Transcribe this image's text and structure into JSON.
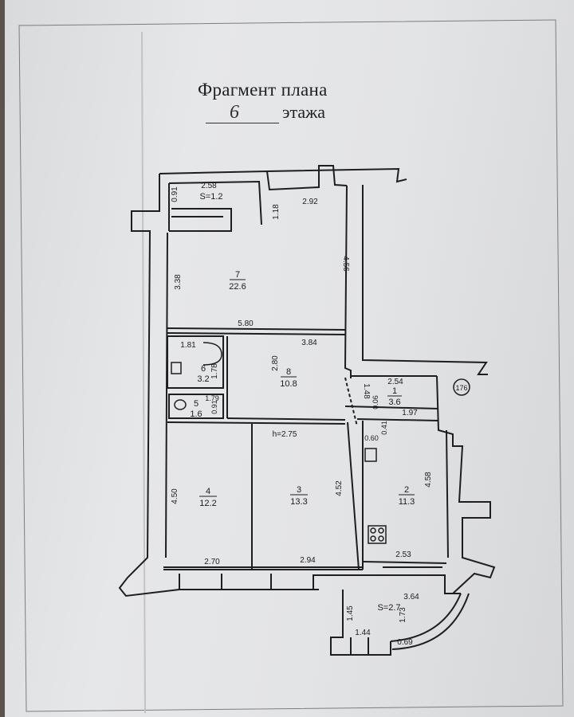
{
  "header": {
    "title": "Фрагмент плана",
    "floor_number": "6",
    "floor_word": "этажа"
  },
  "plan": {
    "ceiling_height": "h=2.75",
    "badge": "176",
    "rooms": {
      "r7": {
        "num": "7",
        "area": "22.6"
      },
      "r8": {
        "num": "8",
        "area": "10.8"
      },
      "r6": {
        "num": "6",
        "area": "3.2"
      },
      "r5": {
        "num": "5",
        "area": "1.6"
      },
      "r4": {
        "num": "4",
        "area": "12.2"
      },
      "r3": {
        "num": "3",
        "area": "13.3"
      },
      "r2": {
        "num": "2",
        "area": "11.3"
      },
      "r1": {
        "num": "1",
        "area": "3.6"
      },
      "balcony_top": {
        "area": "S=1.2"
      },
      "balcony_bottom": {
        "area": "S=2.7"
      }
    },
    "dims": {
      "d_2_58": "2.58",
      "d_0_91a": "0.91",
      "d_2_92": "2.92",
      "d_1_18": "1.18",
      "d_4_56": "4.56",
      "d_3_38": "3.38",
      "d_5_80": "5.80",
      "d_1_81": "1.81",
      "d_1_78": "1.78",
      "d_2_80": "2.80",
      "d_3_84": "3.84",
      "d_1_79": "1.79",
      "d_0_91b": "0.91",
      "d_2_54": "2.54",
      "d_1_48": "1.48",
      "d_0_06": "0.06",
      "d_1_97": "1.97",
      "d_0_60": "0.60",
      "d_0_41": "0.41",
      "d_4_50": "4.50",
      "d_4_52": "4.52",
      "d_4_58": "4.58",
      "d_2_70": "2.70",
      "d_2_94": "2.94",
      "d_2_53": "2.53",
      "d_3_64": "3.64",
      "d_1_45": "1.45",
      "d_1_73": "1.73",
      "d_1_44": "1.44",
      "d_0_69": "0.69"
    }
  }
}
